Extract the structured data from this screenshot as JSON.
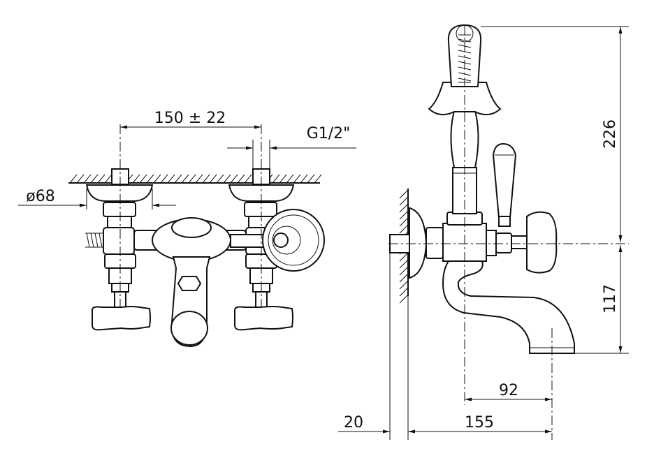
{
  "dimensions": {
    "spacing": "150 ± 22",
    "thread": "G1/2\"",
    "flange_diameter": "ø68",
    "height_hand_shower": "226",
    "height_spout": "117",
    "spout_projection": "92",
    "depth_total": "155",
    "wall_offset": "20"
  }
}
